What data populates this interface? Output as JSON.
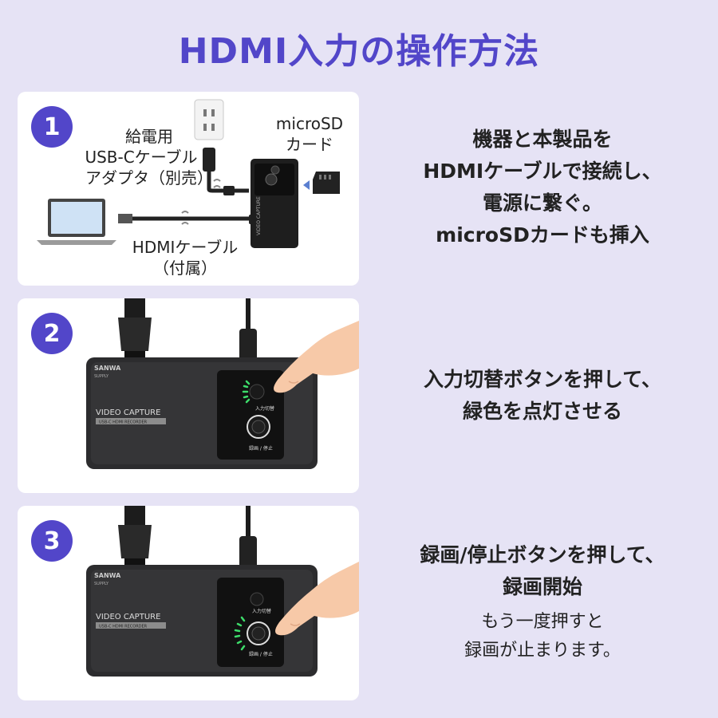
{
  "title": "HDMI入力の操作方法",
  "steps": [
    {
      "number": "1",
      "labels": {
        "power_line1": "給電用",
        "power_line2": "USB-Cケーブル・",
        "power_line3": "アダプタ（別売）",
        "sd_line1": "microSD",
        "sd_line2": "カード",
        "hdmi_line1": "HDMIケーブル",
        "hdmi_line2": "（付属）"
      },
      "description": [
        "機器と本製品を",
        "HDMIケーブルで接続し、",
        "電源に繋ぐ。",
        "microSDカードも挿入"
      ]
    },
    {
      "number": "2",
      "description": [
        "入力切替ボタンを押して、",
        "緑色を点灯させる"
      ]
    },
    {
      "number": "3",
      "description": [
        "録画/停止ボタンを押して、",
        "録画開始"
      ],
      "sub": [
        "もう一度押すと",
        "録画が止まります。"
      ]
    }
  ],
  "device": {
    "brand": "SANWA",
    "brand_sub": "SUPPLY",
    "product": "VIDEO CAPTURE",
    "product_sub": "USB-C HDMI RECORDER",
    "input_label": "入力切替",
    "record_label": "録画 / 停止"
  },
  "colors": {
    "accent": "#5246c9",
    "background": "#e6e3f5",
    "led_green": "#3ddc6a"
  }
}
